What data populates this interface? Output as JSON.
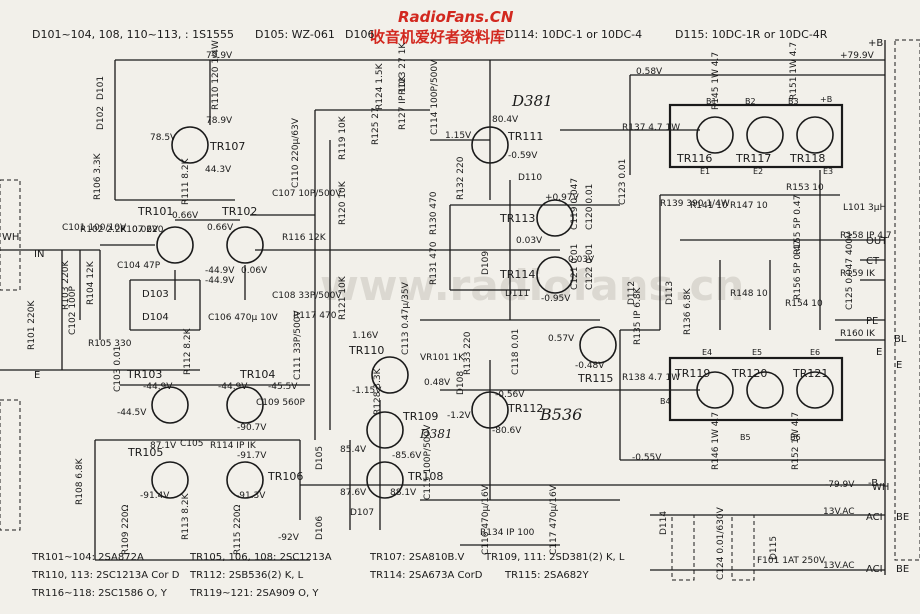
{
  "watermark": {
    "site": "RadioFans.CN",
    "tagline": "收音机爱好者资料库",
    "faint": "www.radiofans.cn"
  },
  "header": {
    "diodes_1": "D101~104, 108, 110~113, : 1S1555",
    "diode_105": "D105: WZ-061",
    "diode_106": "D106",
    "diode_114": "D114: 10DC-1 or 10DC-4",
    "diode_115": "D115: 10DC-1R or 10DC-4R"
  },
  "transistors": [
    {
      "id": "tr101",
      "label": "TR101"
    },
    {
      "id": "tr102",
      "label": "TR102"
    },
    {
      "id": "tr103",
      "label": "TR103"
    },
    {
      "id": "tr104",
      "label": "TR104"
    },
    {
      "id": "tr105",
      "label": "TR105"
    },
    {
      "id": "tr106",
      "label": "TR106"
    },
    {
      "id": "tr107",
      "label": "TR107"
    },
    {
      "id": "tr108",
      "label": "TR108"
    },
    {
      "id": "tr109",
      "label": "TR109"
    },
    {
      "id": "tr110",
      "label": "TR110"
    },
    {
      "id": "tr111",
      "label": "TR111"
    },
    {
      "id": "tr112",
      "label": "TR112"
    },
    {
      "id": "tr113",
      "label": "TR113"
    },
    {
      "id": "tr114",
      "label": "TR114"
    },
    {
      "id": "tr115",
      "label": "TR115"
    },
    {
      "id": "tr116",
      "label": "TR116"
    },
    {
      "id": "tr117",
      "label": "TR117"
    },
    {
      "id": "tr118",
      "label": "TR118"
    },
    {
      "id": "tr119",
      "label": "TR119"
    },
    {
      "id": "tr120",
      "label": "TR120"
    },
    {
      "id": "tr121",
      "label": "TR121"
    }
  ],
  "handwritten": {
    "d381_top": "D381",
    "d381_mid": "D381",
    "b536": "B536"
  },
  "voltages": {
    "v799_top": "79.9V",
    "v789": "78.9V",
    "v785": "78.5V",
    "v443": "44.3V",
    "v066a": "0.66V",
    "v066b": "0.66V",
    "v006": "0.06V",
    "v006b": "0.06V",
    "v449a": "-44.9V",
    "v449b": "-44.9V",
    "v449c": "-44.9V",
    "v449d": "-44.9V",
    "v445": "-44.5V",
    "v455": "-45.5V",
    "v907": "-90.7V",
    "v913a": "-91.3V",
    "v914": "-91.4V",
    "v92": "-92V",
    "v871": "87.1V",
    "v917": "-91.7V",
    "v804": "80.4V",
    "v059": "-0.59V",
    "v097": "+0.97V",
    "v003a": "0.03V",
    "v003b": "0.03V",
    "v095": "-0.95V",
    "v057": "0.57V",
    "v048a": "-0.48V",
    "v048b": "0.48V",
    "v116": "1.16V",
    "v115": "-1.15V",
    "v12": "-1.2V",
    "v115b": "1.15V",
    "v056": "-0.56V",
    "v806": "-80.6V",
    "v854": "85.4V",
    "v856": "-85.6V",
    "v876": "87.6V",
    "v881": "88.1V",
    "v058": "0.58V",
    "v055": "-0.55V",
    "v799b": "+79.9V",
    "v799c": "-79.9V"
  },
  "components": {
    "r101": "R101 220K",
    "r102": "R102 2.2K",
    "r103": "R103 220K",
    "r104": "R104 12K",
    "r105": "R105 330",
    "r106": "R106 3.3K",
    "r107": "R107 220",
    "r108": "R108 6.8K",
    "r109": "R109 220Ω",
    "r110": "R110 120 1/4W",
    "r111": "R111 8.2K",
    "r112": "R112 8.2K",
    "r113": "R113 8.2K",
    "r114": "R114 IP IK",
    "r115": "R115 220Ω",
    "r116": "R116 12K",
    "r117": "R117 470",
    "r119": "R119 10K",
    "r120": "R120 10K",
    "r121": "R121 10K",
    "r123": "R123 27 1K",
    "r124": "R124 1.5K",
    "r125": "R125 27",
    "r127": "R127 IP 10K",
    "r128": "R128 3.3K",
    "r130": "R130 470",
    "r131": "R131 470",
    "r132": "R132 220",
    "r133": "R133 220",
    "r134": "R134 IP 100",
    "r135": "R135 IP 6.8K",
    "r136": "R136 6.8K",
    "r137": "R137 4.7 1W",
    "r138": "R138 4.7 1W",
    "r139": "R139 390 1/4W",
    "r141": "R141 10",
    "r147": "R147 10",
    "r148": "R148 10",
    "r154": "R154 10",
    "r153": "R153 10",
    "r155": "R155 5P 0.47",
    "r156": "R156 5P 0.47",
    "r145": "R145 1W 4.7",
    "r151": "R151 1W 4.7",
    "r146": "R146 1W 4.7",
    "r152": "R152 1W 4.7",
    "r158": "R158 IP 4.7",
    "r159": "R159 IK",
    "r160": "R160 IK",
    "c101": "C101 100/10V",
    "c102": "C102 100P",
    "c103": "C103 0.01",
    "c104": "C104 47P",
    "c105": "C105",
    "c106": "C106 470μ 10V",
    "c107": "C107 10P/500V",
    "c108": "C108 33P/500V",
    "c109": "C109 560P",
    "c110": "C110 220μ/63V",
    "c111": "C111 33P/500V",
    "c113": "C113 0.47μ/35V",
    "c114": "C114 100P/500V",
    "c115": "C115 100P/500V",
    "c116": "C116 470μ/16V",
    "c117": "C117 470μ/16V",
    "c118": "C118 0.01",
    "c119": "C119 0.047",
    "c120": "C120 0.01",
    "c121": "C121 0.01",
    "c122": "C122 0.01",
    "c123": "C123 0.01",
    "c124": "C124 0.01/630V",
    "c125": "C125 0.047 400V",
    "vr101": "VR101 1K",
    "l101": "L101 3μH",
    "f101": "F101 1AT 250V",
    "d101": "D101",
    "d102": "D102",
    "d103": "D103",
    "d104": "D104",
    "d105": "D105",
    "d106": "D106",
    "d107": "D107",
    "d108": "D108",
    "d109": "D109",
    "d110": "D110",
    "d111": "D111",
    "d112": "D112",
    "d113": "D113",
    "d114": "D114",
    "d115": "D115"
  },
  "terminals": {
    "in": "IN",
    "e": "E",
    "wh": "WH",
    "b_plus": "+B",
    "b_minus": "-B",
    "out": "OUT",
    "ct": "CT",
    "pe": "PE",
    "bl": "BL",
    "e2": "E",
    "wh2": "WH",
    "be1": "BE",
    "be2": "BE",
    "aci1": "ACI",
    "aci2": "ACI",
    "ac13a": "13V.AC",
    "ac13b": "13V.AC",
    "e1": "E1",
    "e2b": "E2",
    "e3": "E3",
    "e4": "E4",
    "e5": "E5",
    "e6": "E6",
    "b1": "B1",
    "b2": "B2",
    "b3": "B3",
    "b4": "B4",
    "b5": "B5",
    "b6": "B6",
    "plusb": "+B"
  },
  "legend": [
    "TR101~104: 2SA872A",
    "TR105, 106, 108: 2SC1213A",
    "TR107: 2SA810B.V",
    "TR109, 111: 2SD381(2) K, L",
    "TR110, 113: 2SC1213A Cor D",
    "TR112: 2SB536(2) K, L",
    "TR114: 2SA673A CorD",
    "TR115: 2SA682Y",
    "TR116~118: 2SC1586 O, Y",
    "TR119~121: 2SA909 O, Y"
  ]
}
